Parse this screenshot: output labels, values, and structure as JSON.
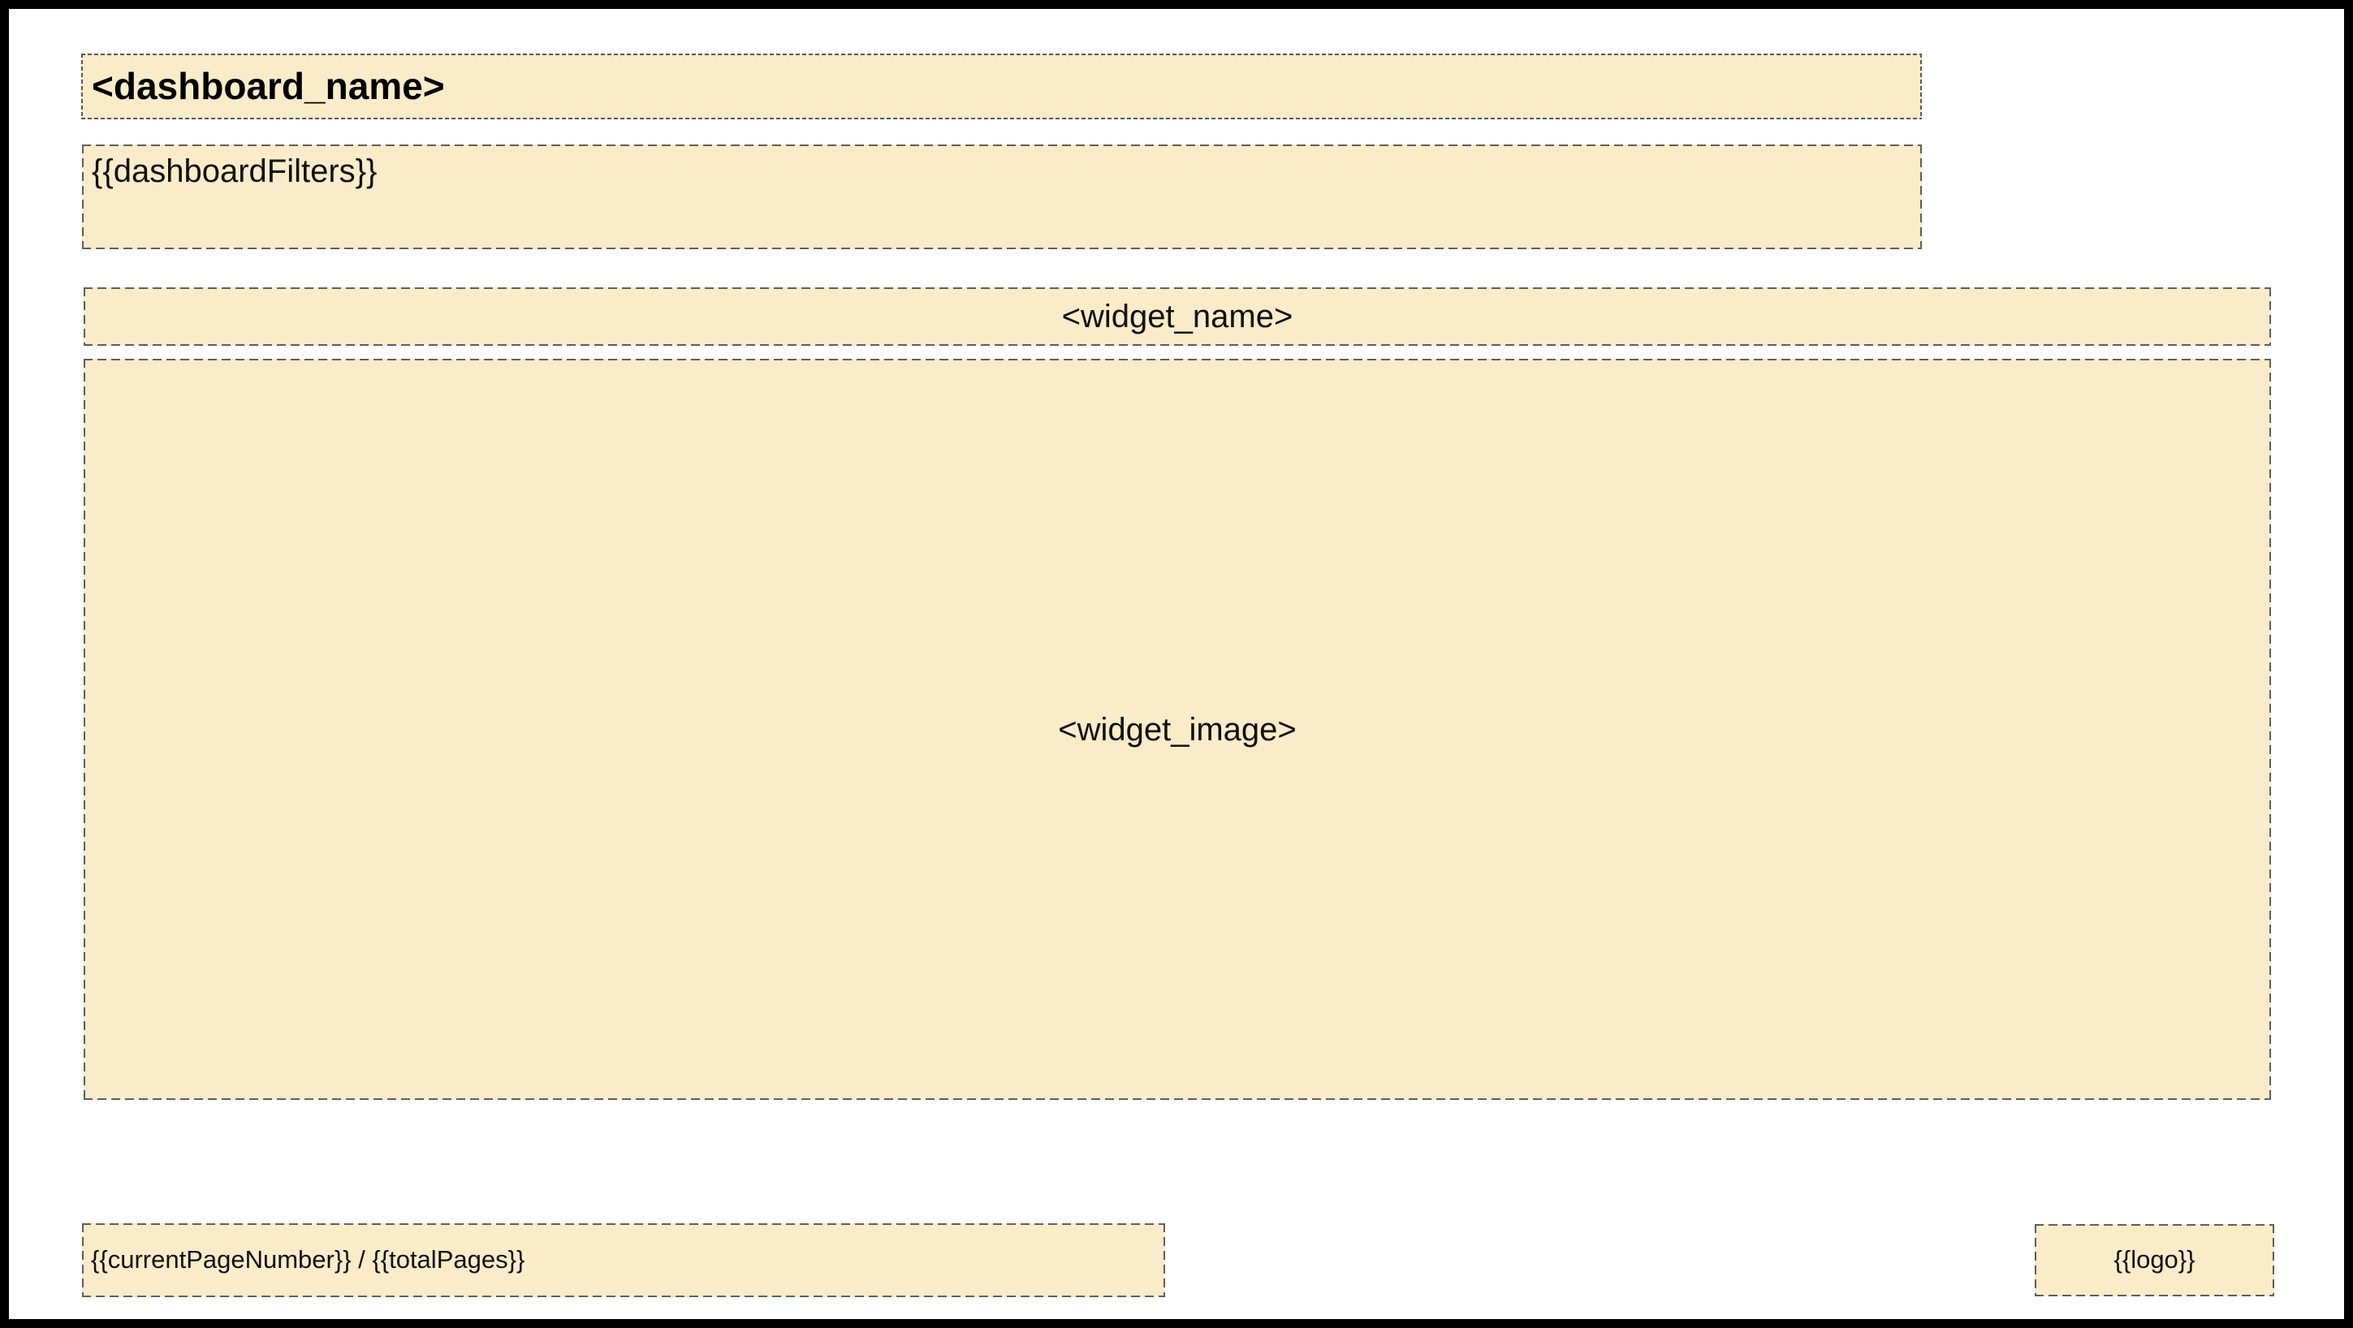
{
  "template": {
    "dashboard_name": "<dashboard_name>",
    "dashboard_filters": "{{dashboardFilters}}",
    "widget_name": "<widget_name>",
    "widget_image": "<widget_image>",
    "page_number": "{{currentPageNumber}} / {{totalPages}}",
    "logo": "{{logo}}"
  },
  "colors": {
    "placeholder_fill": "#FAECC9",
    "dash_border": "#5B5B5B",
    "page_border": "#000000",
    "page_background": "#FFFFFF",
    "text": "#101010"
  }
}
